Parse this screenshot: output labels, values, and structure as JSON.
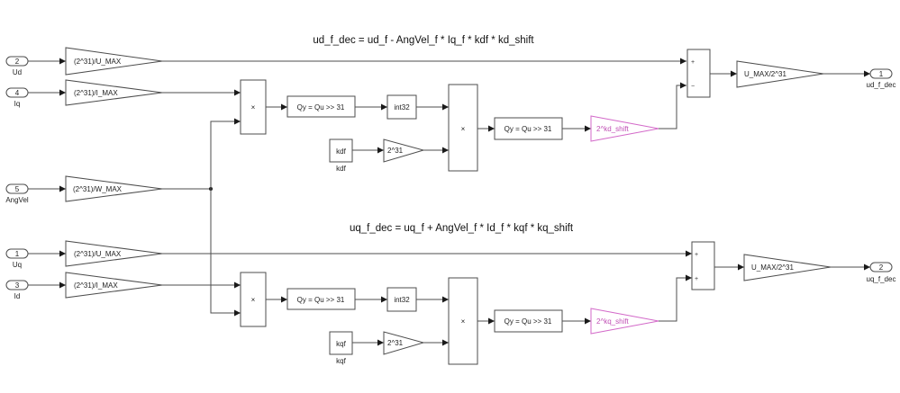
{
  "annotations": {
    "top": "ud_f_dec = ud_f - AngVel_f * Iq_f * kdf * kd_shift",
    "bottom": "uq_f_dec = uq_f + AngVel_f * Id_f * kqf * kq_shift"
  },
  "inports": [
    {
      "id": "ud",
      "number": "2",
      "label": "Ud"
    },
    {
      "id": "iq",
      "number": "4",
      "label": "Iq"
    },
    {
      "id": "angvel",
      "number": "5",
      "label": "AngVel"
    },
    {
      "id": "uq",
      "number": "1",
      "label": "Uq"
    },
    {
      "id": "id",
      "number": "3",
      "label": "Id"
    }
  ],
  "input_gains": {
    "ud": "(2^31)/U_MAX",
    "iq": "(2^31)/I_MAX",
    "angvel": "(2^31)/W_MAX",
    "uq": "(2^31)/U_MAX",
    "id": "(2^31)/I_MAX"
  },
  "top_path": {
    "product1": "×",
    "shift1": "Qy = Qu >> 31",
    "convert": "int32",
    "constant_value": "kdf",
    "constant_label": "kdf",
    "const_gain": "2^31",
    "product2": "×",
    "shift2": "Qy = Qu >> 31",
    "shift_gain": "2^kd_shift",
    "sum_signs": [
      "+",
      "−"
    ],
    "output_gain": "U_MAX/2^31"
  },
  "bottom_path": {
    "product1": "×",
    "shift1": "Qy = Qu >> 31",
    "convert": "int32",
    "constant_value": "kqf",
    "constant_label": "kqf",
    "const_gain": "2^31",
    "product2": "×",
    "shift2": "Qy = Qu >> 31",
    "shift_gain": "2^kq_shift",
    "sum_signs": [
      "+",
      "+"
    ],
    "output_gain": "U_MAX/2^31"
  },
  "outports": [
    {
      "id": "ud_f_dec",
      "number": "1",
      "label": "ud_f_dec"
    },
    {
      "id": "uq_f_dec",
      "number": "2",
      "label": "uq_f_dec"
    }
  ],
  "colors": {
    "block_stroke": "#4d4d4d",
    "highlight_gain": "#d36ac9",
    "highlight_text": "#c04fb5"
  }
}
